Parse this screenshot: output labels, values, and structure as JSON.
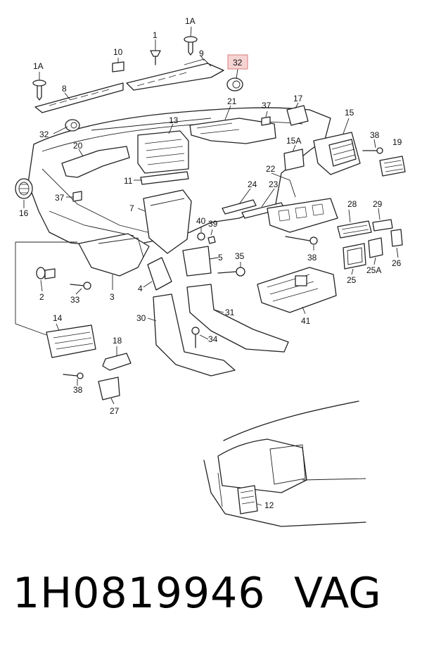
{
  "diagram": {
    "labels": {
      "l1A_top": "1A",
      "l1": "1",
      "l10": "10",
      "l9": "9",
      "l32_hl": "32",
      "l1A_left": "1A",
      "l8": "8",
      "l32_left": "32",
      "l17": "17",
      "l21": "21",
      "l37_top": "37",
      "l15": "15",
      "l13": "13",
      "l15A": "15A",
      "l38_right": "38",
      "l19": "19",
      "l20": "20",
      "l22": "22",
      "l11": "11",
      "l24": "24",
      "l23": "23",
      "l37_left": "37",
      "l16": "16",
      "l7": "7",
      "l28": "28",
      "l29": "29",
      "l40": "40",
      "l39": "39",
      "l38_mid": "38",
      "l26": "26",
      "l5": "5",
      "l25A": "25A",
      "l25": "25",
      "l35": "35",
      "l2": "2",
      "l33": "33",
      "l3": "3",
      "l4": "4",
      "l41": "41",
      "l14": "14",
      "l30": "30",
      "l31": "31",
      "l34": "34",
      "l18": "18",
      "l38_bottom": "38",
      "l27": "27",
      "l12": "12"
    }
  },
  "caption": {
    "part_number": "1H0819946",
    "brand": "VAG"
  },
  "colors": {
    "highlight_fill": "#f6d3d3",
    "highlight_border": "#d87c7c",
    "line": "#222222"
  }
}
